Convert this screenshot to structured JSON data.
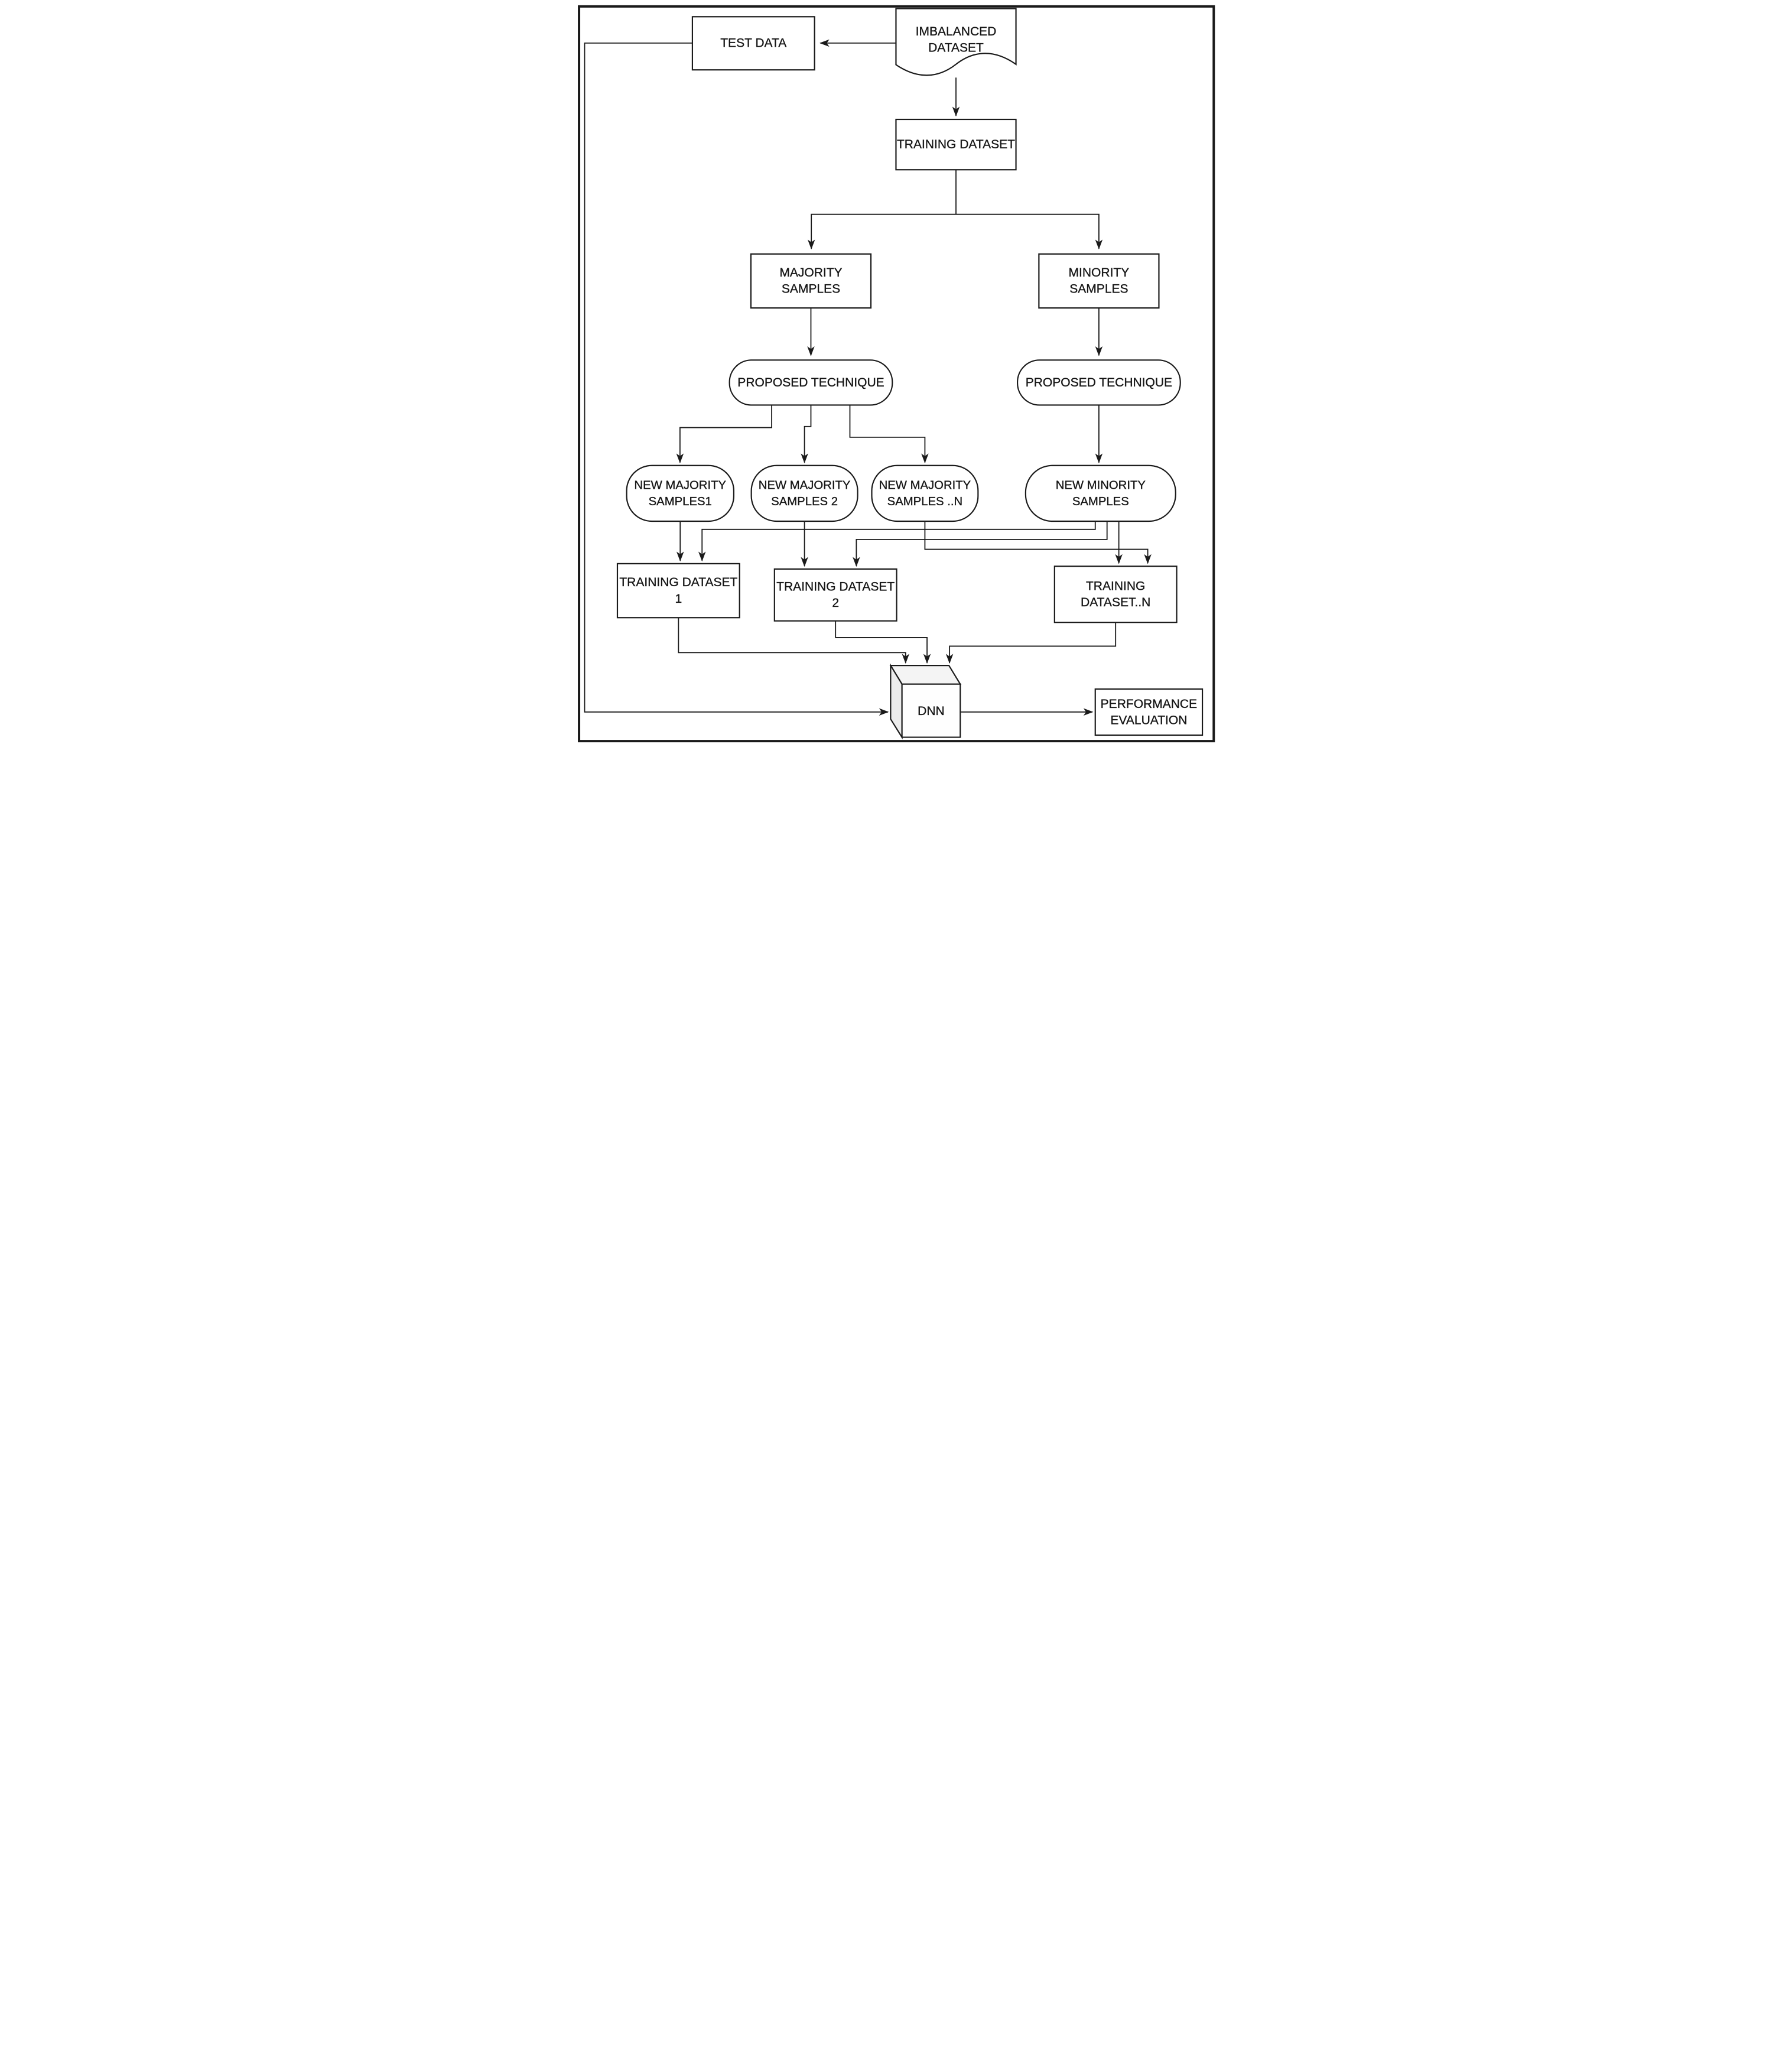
{
  "diagram": {
    "stroke_color": "#1a1a1a",
    "background": "#ffffff",
    "cube_top_fill": "#f4f4f4",
    "cube_side_fill": "#ececec",
    "cube_front_fill": "#fefefe",
    "nodes": {
      "imbalanced_dataset": {
        "shape": "document",
        "line1": "IMBALANCED",
        "line2": "DATASET"
      },
      "test_data": {
        "shape": "rectangle",
        "label": "TEST DATA"
      },
      "training_dataset": {
        "shape": "rectangle",
        "label": "TRAINING DATASET"
      },
      "majority_samples": {
        "shape": "rectangle",
        "line1": "MAJORITY",
        "line2": "SAMPLES"
      },
      "minority_samples": {
        "shape": "rectangle",
        "line1": "MINORITY",
        "line2": "SAMPLES"
      },
      "proposed_technique_left": {
        "shape": "stadium",
        "label": "PROPOSED TECHNIQUE"
      },
      "proposed_technique_right": {
        "shape": "stadium",
        "label": "PROPOSED TECHNIQUE"
      },
      "new_majority_samples_1": {
        "shape": "stadium",
        "line1": "NEW MAJORITY",
        "line2": "SAMPLES1"
      },
      "new_majority_samples_2": {
        "shape": "stadium",
        "line1": "NEW MAJORITY",
        "line2": "SAMPLES 2"
      },
      "new_majority_samples_n": {
        "shape": "stadium",
        "line1": "NEW MAJORITY",
        "line2": "SAMPLES ..N"
      },
      "new_minority_samples": {
        "shape": "stadium",
        "line1": "NEW MINORITY",
        "line2": "SAMPLES"
      },
      "training_dataset_1": {
        "shape": "rectangle",
        "line1": "TRAINING DATASET",
        "line2": "1"
      },
      "training_dataset_2": {
        "shape": "rectangle",
        "line1": "TRAINING DATASET",
        "line2": "2"
      },
      "training_dataset_n": {
        "shape": "rectangle",
        "line1": "TRAINING",
        "line2": "DATASET..N"
      },
      "dnn": {
        "shape": "cube",
        "label": "DNN"
      },
      "performance_evaluation": {
        "shape": "rectangle",
        "line1": "PERFORMANCE",
        "line2": "EVALUATION"
      }
    },
    "edges": [
      {
        "from": "imbalanced_dataset",
        "to": "test_data"
      },
      {
        "from": "imbalanced_dataset",
        "to": "training_dataset"
      },
      {
        "from": "training_dataset",
        "to": "majority_samples"
      },
      {
        "from": "training_dataset",
        "to": "minority_samples"
      },
      {
        "from": "majority_samples",
        "to": "proposed_technique_left"
      },
      {
        "from": "minority_samples",
        "to": "proposed_technique_right"
      },
      {
        "from": "proposed_technique_left",
        "to": "new_majority_samples_1"
      },
      {
        "from": "proposed_technique_left",
        "to": "new_majority_samples_2"
      },
      {
        "from": "proposed_technique_left",
        "to": "new_majority_samples_n"
      },
      {
        "from": "proposed_technique_right",
        "to": "new_minority_samples"
      },
      {
        "from": "new_majority_samples_1",
        "to": "training_dataset_1"
      },
      {
        "from": "new_minority_samples",
        "to": "training_dataset_1"
      },
      {
        "from": "new_majority_samples_2",
        "to": "training_dataset_2"
      },
      {
        "from": "new_minority_samples",
        "to": "training_dataset_2"
      },
      {
        "from": "new_minority_samples",
        "to": "training_dataset_n"
      },
      {
        "from": "new_majority_samples_n",
        "to": "training_dataset_n"
      },
      {
        "from": "training_dataset_1",
        "to": "dnn"
      },
      {
        "from": "training_dataset_2",
        "to": "dnn"
      },
      {
        "from": "training_dataset_n",
        "to": "dnn"
      },
      {
        "from": "test_data",
        "to": "dnn"
      },
      {
        "from": "dnn",
        "to": "performance_evaluation"
      }
    ]
  }
}
